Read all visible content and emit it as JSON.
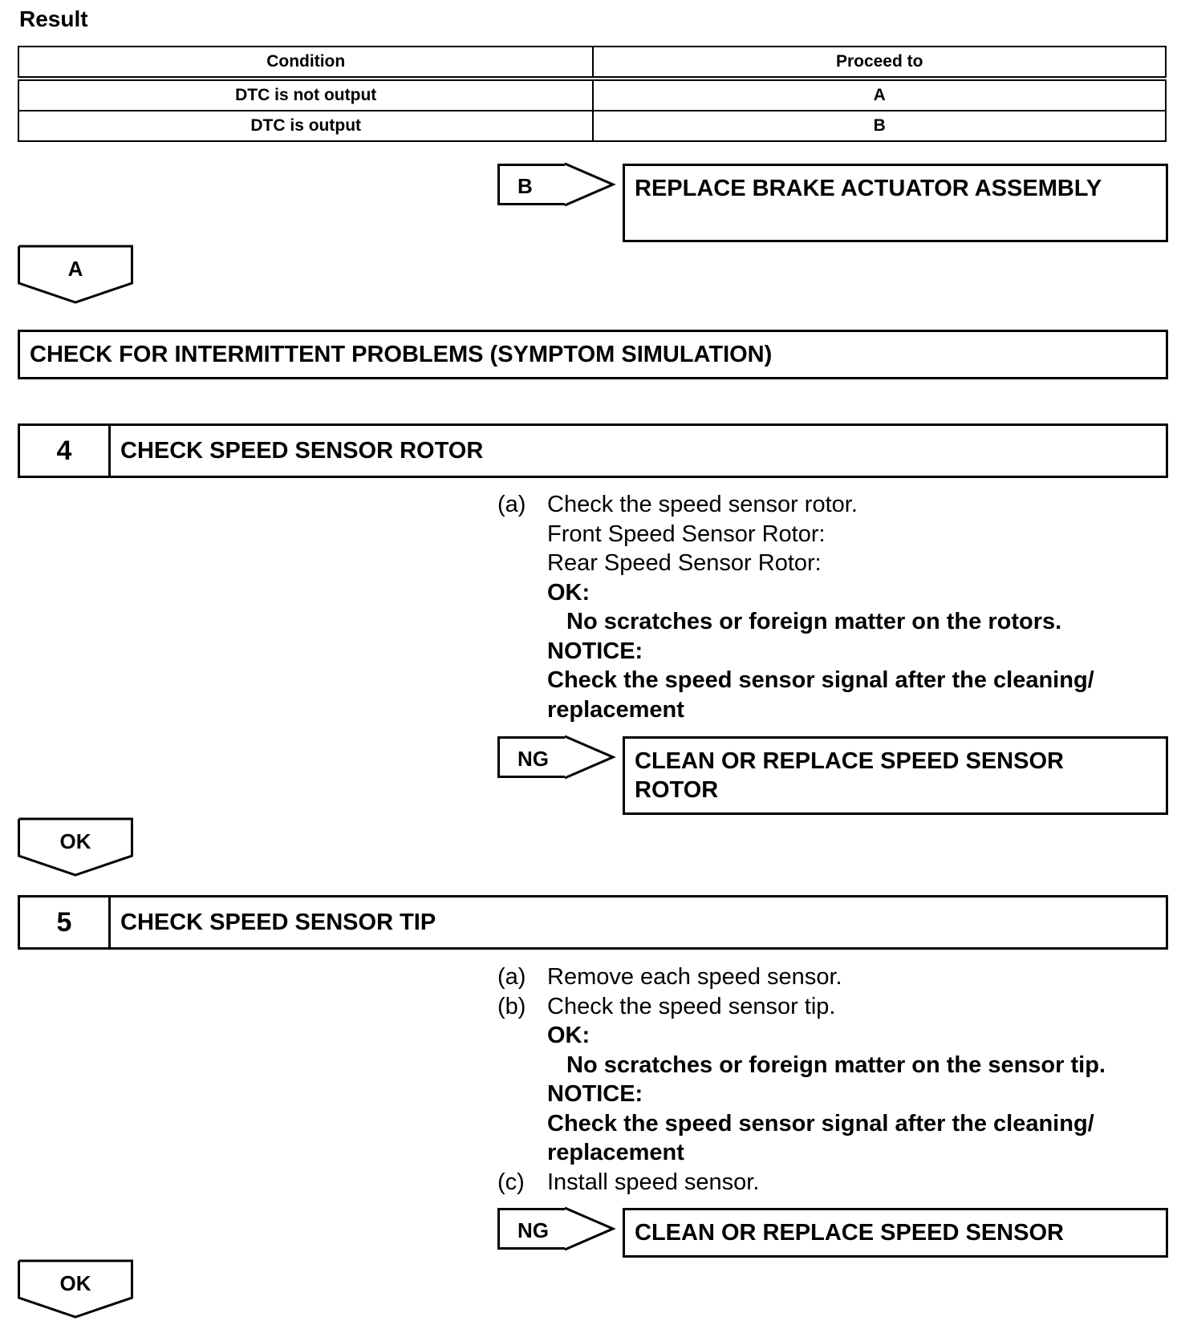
{
  "result_label": "Result",
  "result_table": {
    "headers": [
      "Condition",
      "Proceed to"
    ],
    "rows": [
      [
        "DTC is not output",
        "A"
      ],
      [
        "DTC is output",
        "B"
      ]
    ]
  },
  "branch_b": {
    "tag": "B",
    "action": "REPLACE BRAKE ACTUATOR ASSEMBLY"
  },
  "branch_a": {
    "tag": "A"
  },
  "intermittent_check": "CHECK FOR INTERMITTENT PROBLEMS (SYMPTOM SIMULATION)",
  "step4": {
    "number": "4",
    "title": "CHECK SPEED SENSOR ROTOR",
    "marker_a": "(a)",
    "text_a": "Check the speed sensor rotor.",
    "line_front": "Front Speed Sensor Rotor:",
    "line_rear": "Rear Speed Sensor Rotor:",
    "ok_label": "OK:",
    "ok_text": "No scratches or foreign matter on the rotors.",
    "notice_label": "NOTICE:",
    "notice_text_1": "Check the speed sensor signal after the cleaning/",
    "notice_text_2": "replacement",
    "ng_tag": "NG",
    "ng_action_1": "CLEAN OR REPLACE SPEED SENSOR",
    "ng_action_2": "ROTOR",
    "ok_tag": "OK"
  },
  "step5": {
    "number": "5",
    "title": "CHECK SPEED SENSOR TIP",
    "marker_a": "(a)",
    "text_a": "Remove each speed sensor.",
    "marker_b": "(b)",
    "text_b": "Check the speed sensor tip.",
    "ok_label": "OK:",
    "ok_text": "No scratches or foreign matter on the sensor tip.",
    "notice_label": "NOTICE:",
    "notice_text_1": "Check the speed sensor signal after the cleaning/",
    "notice_text_2": "replacement",
    "marker_c": "(c)",
    "text_c": "Install speed sensor.",
    "ng_tag": "NG",
    "ng_action": "CLEAN OR REPLACE SPEED SENSOR",
    "ok_tag": "OK"
  }
}
